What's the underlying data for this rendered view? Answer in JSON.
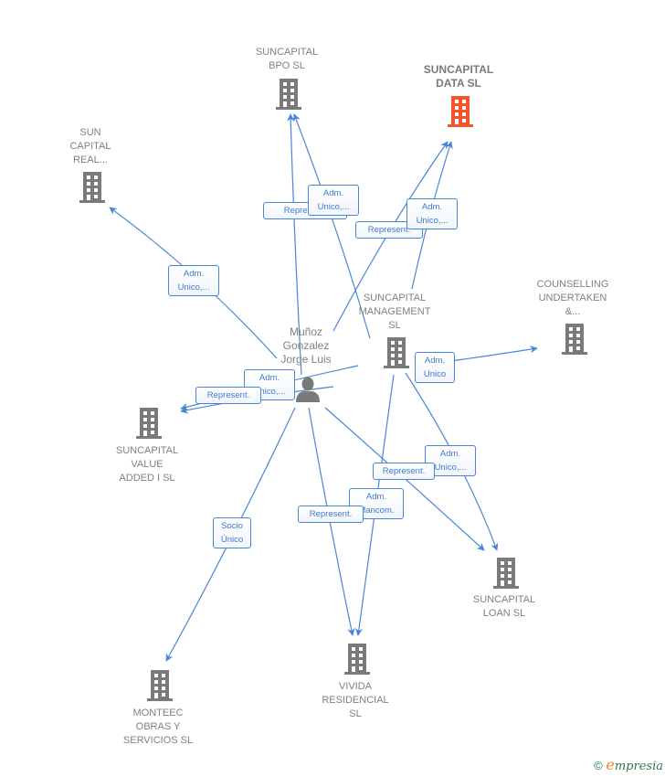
{
  "colors": {
    "edge": "#4a86d8",
    "company_icon": "#7a7a7a",
    "focus_company_icon": "#f2562a",
    "label_text": "#808080",
    "edge_label_text": "#3d7bd4"
  },
  "nodes": [
    {
      "id": "bpo",
      "label": "SUNCAPITAL\nBPO  SL",
      "type": "company",
      "icon": "building-icon",
      "focus": false
    },
    {
      "id": "data",
      "label": "SUNCAPITAL\nDATA  SL",
      "type": "company",
      "icon": "building-icon",
      "focus": true
    },
    {
      "id": "real",
      "label": "SUN\nCAPITAL\nREAL...",
      "type": "company",
      "icon": "building-icon",
      "focus": false
    },
    {
      "id": "counselling",
      "label": "COUNSELLING\nUNDERTAKEN\n&...",
      "type": "company",
      "icon": "building-icon",
      "focus": false
    },
    {
      "id": "management",
      "label": "SUNCAPITAL\nMANAGEMENT\nSL",
      "type": "company",
      "icon": "building-icon",
      "focus": false
    },
    {
      "id": "person",
      "label": "Muñoz\nGonzalez\nJorge Luis",
      "type": "person",
      "icon": "person-icon",
      "focus": false
    },
    {
      "id": "value",
      "label": "SUNCAPITAL\nVALUE\nADDED I  SL",
      "type": "company",
      "icon": "building-icon",
      "focus": false
    },
    {
      "id": "loan",
      "label": "SUNCAPITAL\nLOAN  SL",
      "type": "company",
      "icon": "building-icon",
      "focus": false
    },
    {
      "id": "vivida",
      "label": "VIVIDA\nRESIDENCIAL\nSL",
      "type": "company",
      "icon": "building-icon",
      "focus": false
    },
    {
      "id": "monteec",
      "label": "MONTEEC\nOBRAS Y\nSERVICIOS  SL",
      "type": "company",
      "icon": "building-icon",
      "focus": false
    }
  ],
  "edges": [
    {
      "from": "person",
      "to": "bpo",
      "label": "Represent."
    },
    {
      "from": "management",
      "to": "bpo",
      "label": "Adm.\nUnico,..."
    },
    {
      "from": "person",
      "to": "data",
      "label": "Represent."
    },
    {
      "from": "management",
      "to": "data",
      "label": "Adm.\nUnico,..."
    },
    {
      "from": "person",
      "to": "real",
      "label": "Adm.\nUnico,..."
    },
    {
      "from": "management",
      "to": "counselling",
      "label": "Adm.\nUnico"
    },
    {
      "from": "management",
      "to": "value",
      "label": "Adm.\nUnico,..."
    },
    {
      "from": "person",
      "to": "value",
      "label": "Represent."
    },
    {
      "from": "management",
      "to": "loan",
      "label": "Adm.\nUnico,..."
    },
    {
      "from": "person",
      "to": "loan",
      "label": "Represent."
    },
    {
      "from": "management",
      "to": "vivida",
      "label": "Adm.\nMancom."
    },
    {
      "from": "person",
      "to": "vivida",
      "label": "Represent."
    },
    {
      "from": "person",
      "to": "monteec",
      "label": "Socio\nÚnico"
    }
  ],
  "footer": {
    "copyright": "©",
    "brand_initial": "e",
    "brand_rest": "mpresia"
  }
}
